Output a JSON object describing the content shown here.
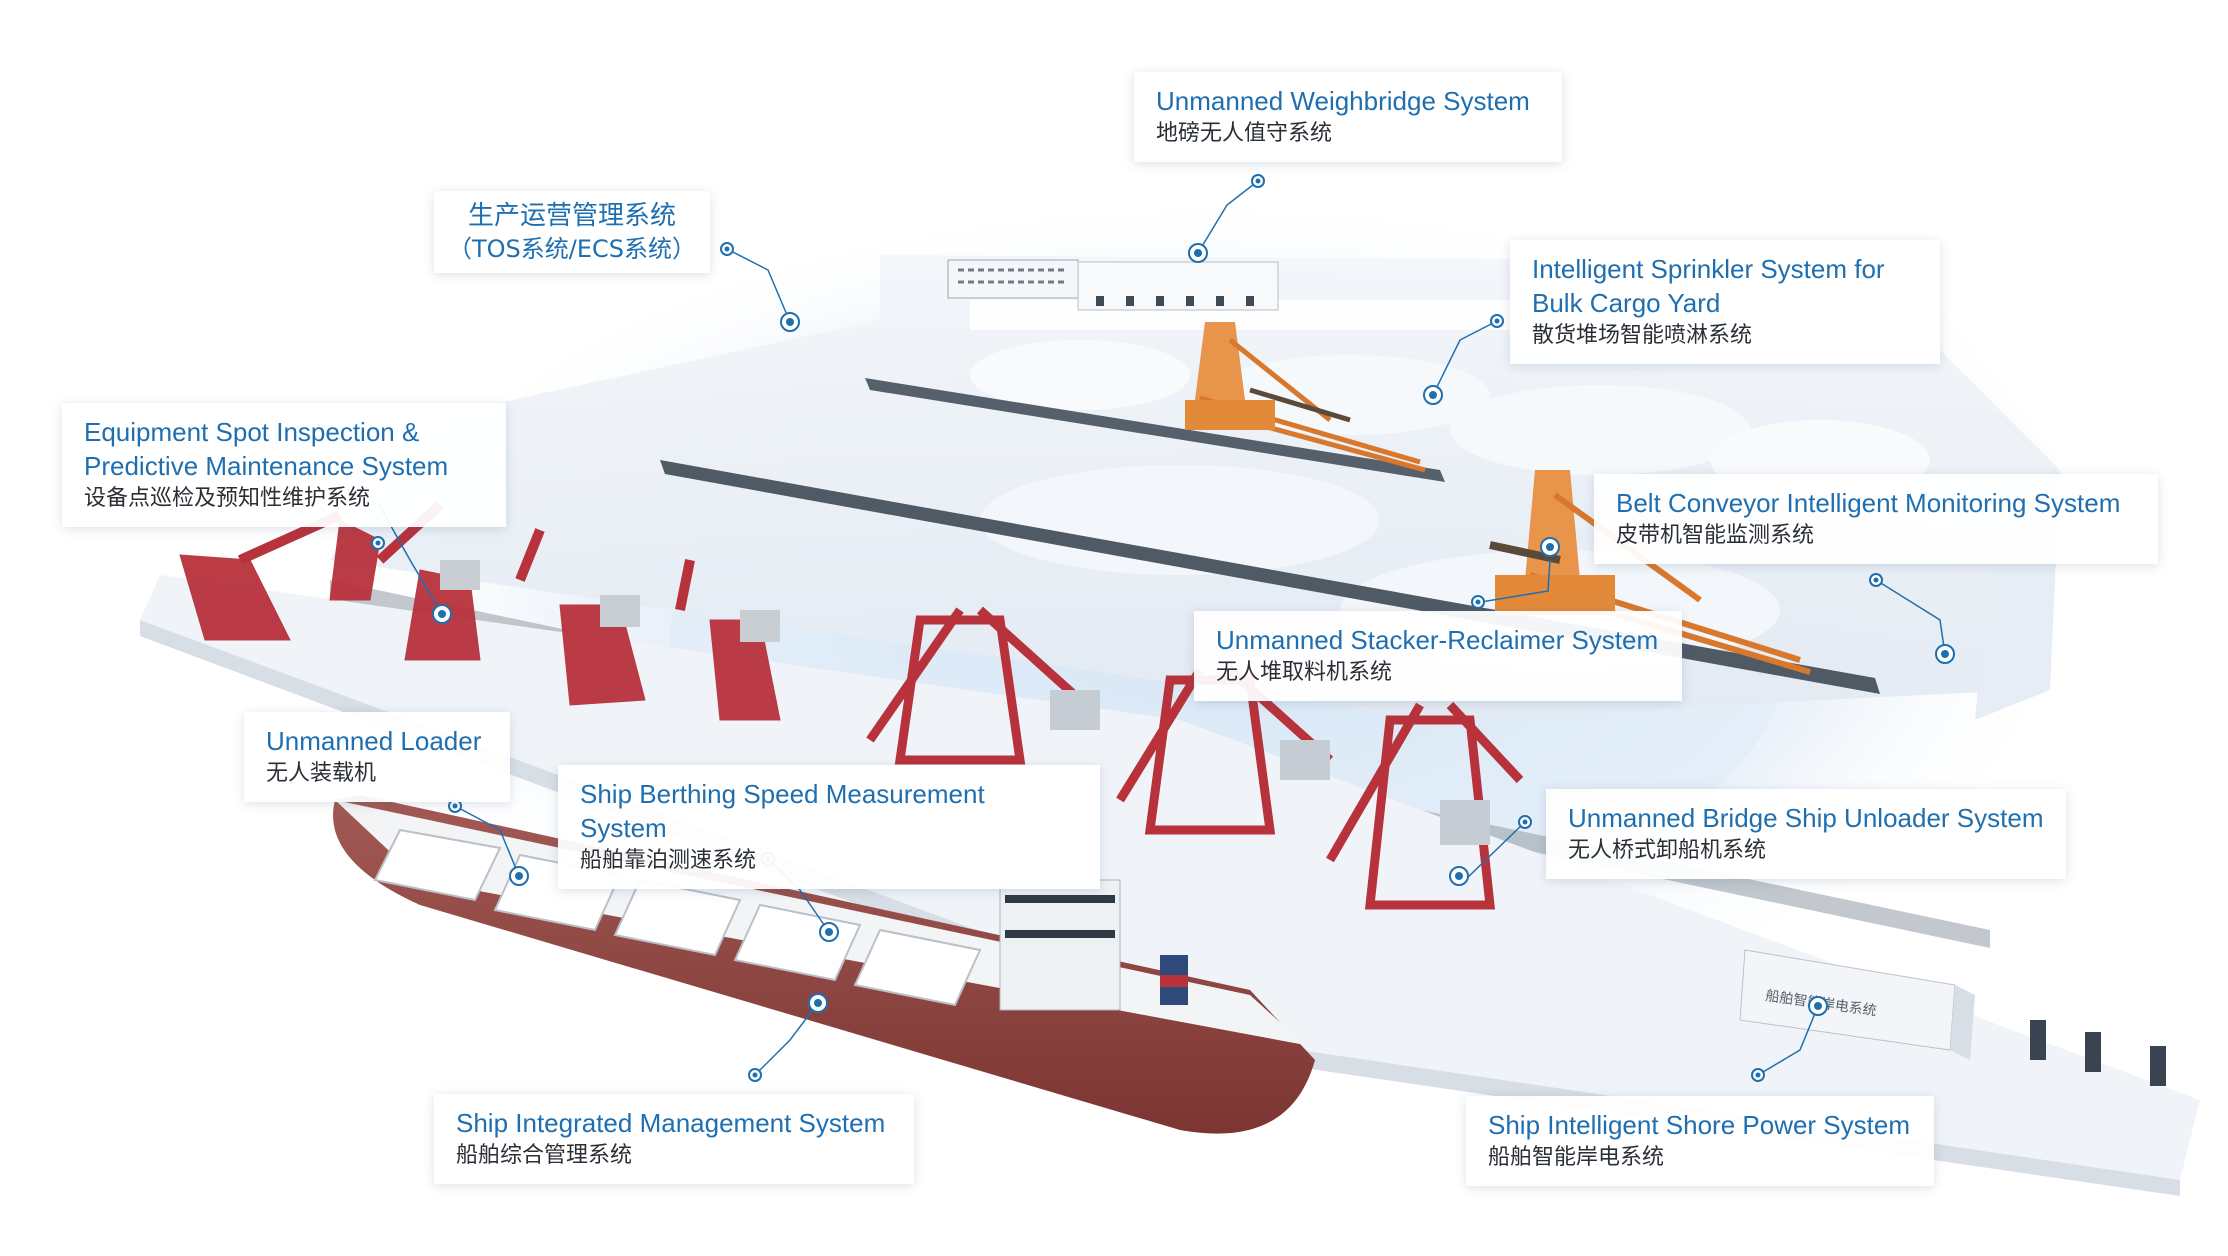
{
  "colors": {
    "accent": "#1f6fb0",
    "crane_red": "#b8323c",
    "stacker_orange": "#e38a3a",
    "hull_red": "#8a3a3a",
    "ground": "#eef3f8",
    "halo": "#d8e7f5"
  },
  "callouts": [
    {
      "id": "weighbridge",
      "en": "Unmanned Weighbridge System",
      "zh": "地磅无人值守系统"
    },
    {
      "id": "tos",
      "zh1": "生产运营管理系统",
      "zh2": "（TOS系统/ECS系统）"
    },
    {
      "id": "sprinkler",
      "en": "Intelligent Sprinkler System for\nBulk Cargo Yard",
      "zh": "散货堆场智能喷淋系统"
    },
    {
      "id": "inspection",
      "en": "Equipment Spot Inspection &\nPredictive Maintenance System",
      "zh": "设备点巡检及预知性维护系统"
    },
    {
      "id": "belt",
      "en": "Belt Conveyor Intelligent Monitoring System",
      "zh": "皮带机智能监测系统"
    },
    {
      "id": "stacker",
      "en": "Unmanned Stacker-Reclaimer System",
      "zh": "无人堆取料机系统"
    },
    {
      "id": "loader",
      "en": "Unmanned Loader",
      "zh": "无人装载机"
    },
    {
      "id": "berthing",
      "en": "Ship Berthing Speed Measurement System",
      "zh": "船舶靠泊测速系统"
    },
    {
      "id": "unloader",
      "en": "Unmanned Bridge Ship Unloader System",
      "zh": "无人桥式卸船机系统"
    },
    {
      "id": "ship_mgmt",
      "en": "Ship Integrated Management System",
      "zh": "船舶综合管理系统"
    },
    {
      "id": "shore_power",
      "en": "Ship Intelligent Shore Power System",
      "zh": "船舶智能岸电系统"
    }
  ],
  "shore_power_building_sign": "船舶智能岸电系统"
}
